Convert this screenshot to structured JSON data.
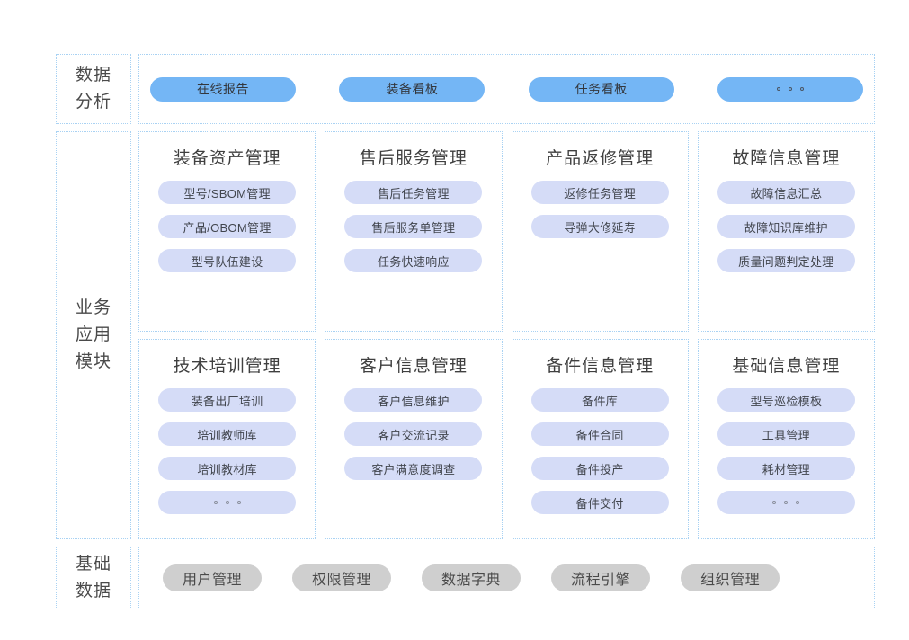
{
  "tiers": {
    "analysis": {
      "label": "数据\n分析",
      "items": [
        {
          "label": "在线报告",
          "type": "text"
        },
        {
          "label": "装备看板",
          "type": "text"
        },
        {
          "label": "任务看板",
          "type": "text"
        },
        {
          "label": "",
          "type": "ellipsis"
        }
      ]
    },
    "business": {
      "label": "业务\n应用\n模块",
      "modules": [
        {
          "title": "装备资产管理",
          "items": [
            {
              "label": "型号/SBOM管理",
              "type": "text"
            },
            {
              "label": "产品/OBOM管理",
              "type": "text"
            },
            {
              "label": "型号队伍建设",
              "type": "text"
            }
          ]
        },
        {
          "title": "售后服务管理",
          "items": [
            {
              "label": "售后任务管理",
              "type": "text"
            },
            {
              "label": "售后服务单管理",
              "type": "text"
            },
            {
              "label": "任务快速响应",
              "type": "text"
            }
          ]
        },
        {
          "title": "产品返修管理",
          "items": [
            {
              "label": "返修任务管理",
              "type": "text"
            },
            {
              "label": "导弹大修延寿",
              "type": "text"
            }
          ]
        },
        {
          "title": "故障信息管理",
          "items": [
            {
              "label": "故障信息汇总",
              "type": "text"
            },
            {
              "label": "故障知识库维护",
              "type": "text"
            },
            {
              "label": "质量问题判定处理",
              "type": "text"
            }
          ]
        },
        {
          "title": "技术培训管理",
          "items": [
            {
              "label": "装备出厂培训",
              "type": "text"
            },
            {
              "label": "培训教师库",
              "type": "text"
            },
            {
              "label": "培训教材库",
              "type": "text"
            },
            {
              "label": "",
              "type": "ellipsis"
            }
          ]
        },
        {
          "title": "客户信息管理",
          "items": [
            {
              "label": "客户信息维护",
              "type": "text"
            },
            {
              "label": "客户交流记录",
              "type": "text"
            },
            {
              "label": "客户满意度调查",
              "type": "text"
            }
          ]
        },
        {
          "title": "备件信息管理",
          "items": [
            {
              "label": "备件库",
              "type": "text"
            },
            {
              "label": "备件合同",
              "type": "text"
            },
            {
              "label": "备件投产",
              "type": "text"
            },
            {
              "label": "备件交付",
              "type": "text"
            }
          ]
        },
        {
          "title": "基础信息管理",
          "items": [
            {
              "label": "型号巡检模板",
              "type": "text"
            },
            {
              "label": "工具管理",
              "type": "text"
            },
            {
              "label": "耗材管理",
              "type": "text"
            },
            {
              "label": "",
              "type": "ellipsis"
            }
          ]
        }
      ]
    },
    "base": {
      "label": "基础\n数据",
      "items": [
        {
          "label": "用户管理",
          "type": "text"
        },
        {
          "label": "权限管理",
          "type": "text"
        },
        {
          "label": "数据字典",
          "type": "text"
        },
        {
          "label": "流程引擎",
          "type": "text"
        },
        {
          "label": "组织管理",
          "type": "text"
        }
      ]
    }
  },
  "colors": {
    "pill_blue": "#74b6f5",
    "pill_lavender": "#d5dcf7",
    "pill_grey": "#cfcfcf",
    "border_dotted": "#a9d2f3",
    "background": "#ffffff",
    "text_dark": "#3f3f3f"
  }
}
